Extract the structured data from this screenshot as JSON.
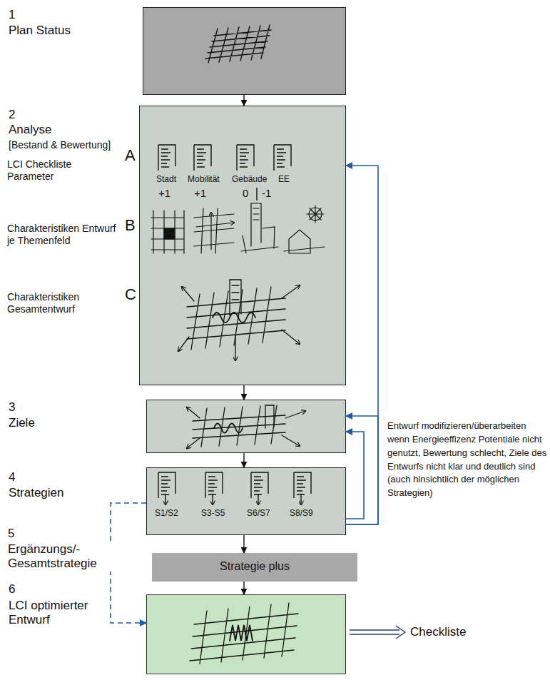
{
  "diagram": {
    "nodes": [
      {
        "text": [
          "1",
          "Plan Status"
        ]
      },
      {
        "text": [
          "2",
          "Analyse",
          "[Bestand & Bewertung]"
        ]
      },
      {
        "text": [
          "3",
          "Ziele"
        ]
      },
      {
        "text": [
          "4",
          "Strategien"
        ]
      },
      {
        "text": [
          "5",
          "Ergänzungs/- Gesamtstrategie",
          "Strategie plus"
        ]
      },
      {
        "text": [
          "6",
          "LCI optimierter Entwurf"
        ]
      }
    ],
    "edges": [
      {
        "from": 0,
        "to": 1,
        "arrow": "to"
      },
      {
        "from": 1,
        "to": 2,
        "arrow": "to"
      },
      {
        "from": 2,
        "to": 3,
        "arrow": "to"
      },
      {
        "from": 3,
        "to": 4,
        "arrow": "to"
      },
      {
        "from": 4,
        "to": 5,
        "arrow": "to"
      },
      {
        "from": 3,
        "to": 1,
        "arrow": "to"
      },
      {
        "from": 3,
        "to": 2,
        "arrow": "to"
      },
      {
        "from": 3,
        "to": 2,
        "arrow": "to"
      },
      {
        "from": 3,
        "to": 5,
        "arrow": "to"
      }
    ],
    "labels": [
      "A",
      "LCI Checkliste Parameter",
      "Stadt",
      "Mobilität",
      "Gebäude",
      "EE",
      "+1",
      "+1",
      "0",
      "-1",
      "B",
      "Charakteristiken Entwurf je Themenfeld",
      "C",
      "Charakteristiken Gesamtentwurf",
      "S1/S2",
      "S3-S5",
      "S6/S7",
      "S8/S9",
      "Entwurf modifizieren/überarbeiten wenn Energieeffizenz Potentiale nicht genutzt, Bewertung schlecht, Ziele des Entwurfs nicht klar und deutlich sind (auch hinsichtlich der möglichen Strategien)",
      "Checkliste"
    ]
  }
}
